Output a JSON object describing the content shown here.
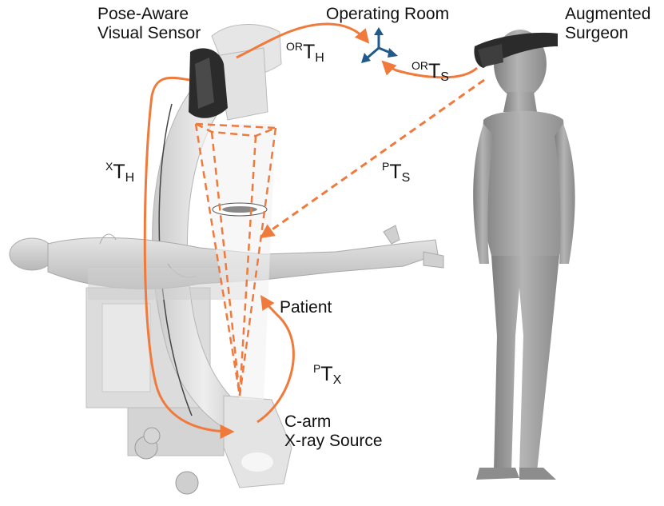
{
  "labels": {
    "sensor_line1": "Pose-Aware",
    "sensor_line2": "Visual Sensor",
    "room": "Operating Room",
    "surgeon_line1": "Augmented",
    "surgeon_line2": "Surgeon",
    "patient": "Patient",
    "carm_line1": "C-arm",
    "carm_line2": "X-ray Source"
  },
  "transforms": {
    "or_h": {
      "sup": "OR",
      "main": "T",
      "sub": "H"
    },
    "or_s": {
      "sup": "OR",
      "main": "T",
      "sub": "S"
    },
    "x_h": {
      "sup": "X",
      "main": "T",
      "sub": "H"
    },
    "p_s": {
      "sup": "P",
      "main": "T",
      "sub": "S"
    },
    "p_x": {
      "sup": "P",
      "main": "T",
      "sub": "X"
    }
  },
  "colors": {
    "arrow": "#f07a3c",
    "frame_axes": "#1f5a8a",
    "equipment": "#d8d8d8",
    "body": "#9a9a9a",
    "headset": "#2b2b2b"
  }
}
